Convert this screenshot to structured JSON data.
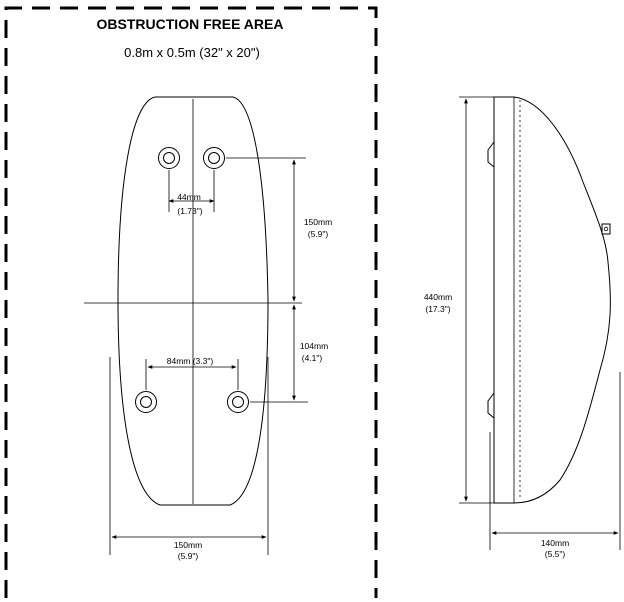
{
  "area": {
    "title": "OBSTRUCTION FREE AREA",
    "size": "0.8m x 0.5m (32\" x 20\")"
  },
  "front_view": {
    "hole_spacing_top": {
      "mm": "44mm",
      "in": "(1.73\")"
    },
    "top_to_center": {
      "mm": "150mm",
      "in": "(5.9\")"
    },
    "center_to_bottom": {
      "mm": "104mm",
      "in": "(4.1\")"
    },
    "hole_spacing_bottom": {
      "label": "84mm (3.3\")"
    },
    "width": {
      "mm": "150mm",
      "in": "(5.9\")"
    }
  },
  "side_view": {
    "height": {
      "mm": "440mm",
      "in": "(17.3\")"
    },
    "depth": {
      "mm": "140mm",
      "in": "(5.5\")"
    }
  }
}
